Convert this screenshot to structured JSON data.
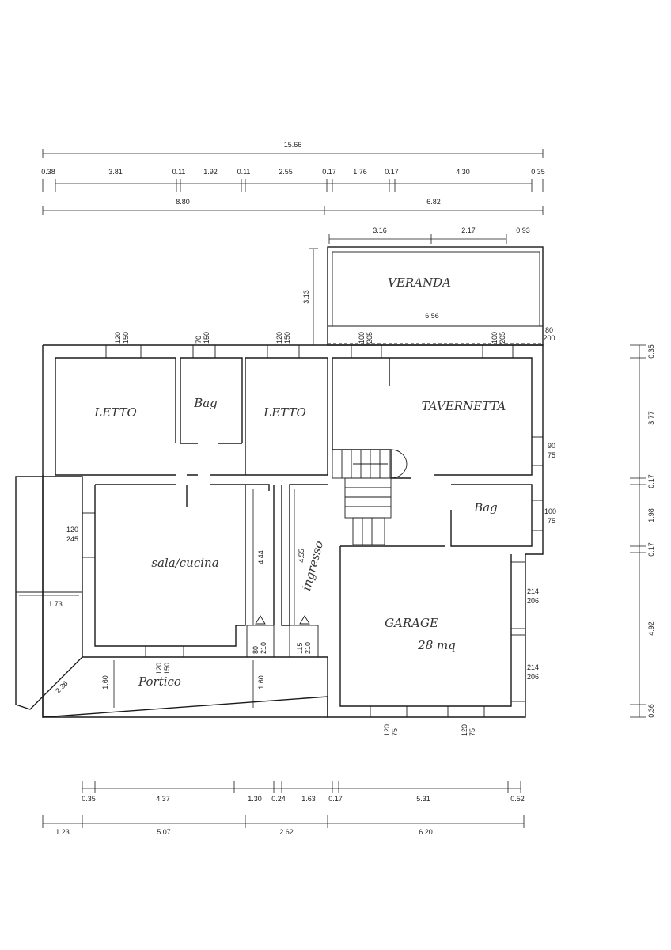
{
  "dimensions": {
    "top_total": "15.66",
    "top_row": [
      "0.38",
      "3.81",
      "0.11",
      "1.92",
      "0.11",
      "2.55",
      "0.17",
      "1.76",
      "0.17",
      "4.30",
      "0.35"
    ],
    "top_split": [
      "8.80",
      "6.82"
    ],
    "veranda_top": [
      "3.16",
      "2.17",
      "0.93"
    ],
    "veranda_depth": "3.13",
    "veranda_width": "6.56",
    "right_side": [
      "0.35",
      "3.77",
      "0.17",
      "1.98",
      "0.17",
      "4.92",
      "0.36"
    ],
    "bottom_row": [
      "0.35",
      "4.37",
      "1.30",
      "0.24",
      "1.63",
      "0.17",
      "5.31",
      "0.52"
    ],
    "bottom_split": [
      "1.23",
      "5.07",
      "2.62",
      "6.20"
    ],
    "inner": {
      "soggiorno_h": "4.44",
      "ingresso_h": "4.55",
      "porch_w": "1.73",
      "diag": "2.36",
      "portico_h1": "1.60",
      "portico_h2": "1.60"
    }
  },
  "openings": [
    {
      "w": "120",
      "h": "150"
    },
    {
      "w": "70",
      "h": "150"
    },
    {
      "w": "120",
      "h": "150"
    },
    {
      "w": "100",
      "h": "205"
    },
    {
      "w": "100",
      "h": "205"
    },
    {
      "w": "80",
      "h": "200"
    },
    {
      "w": "90",
      "h": "75"
    },
    {
      "w": "100",
      "h": "75"
    },
    {
      "w": "214",
      "h": "206"
    },
    {
      "w": "214",
      "h": "206"
    },
    {
      "w": "120",
      "h": "75"
    },
    {
      "w": "120",
      "h": "75"
    },
    {
      "w": "120",
      "h": "245"
    },
    {
      "w": "120",
      "h": "150"
    },
    {
      "w": "80",
      "h": "210"
    },
    {
      "w": "115",
      "h": "210"
    }
  ],
  "rooms": {
    "letto1": "LETTO",
    "bagno1": "Bag",
    "letto2": "LETTO",
    "veranda": "VERANDA",
    "tavernetta": "TAVERNETTA",
    "bagno2": "Bag",
    "soggiorno": "sala/cucina",
    "ingresso": "ingresso",
    "garage": "GARAGE",
    "garage_area": "28 mq",
    "portico": "Portico"
  }
}
